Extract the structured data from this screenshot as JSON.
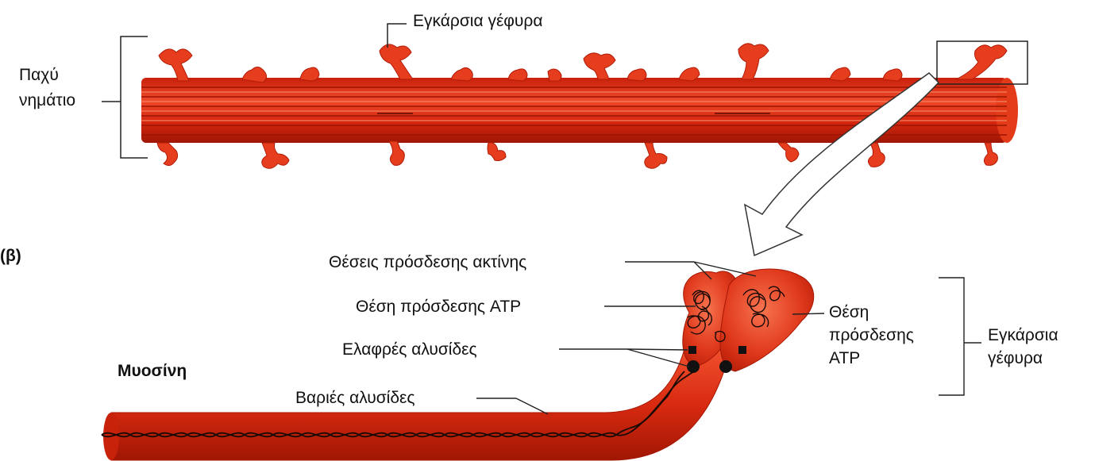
{
  "labels": {
    "cross_bridge_top": "Εγκάρσια γέφυρα",
    "thick_filament_line1": "Παχύ",
    "thick_filament_line2": "νημάτιο",
    "panel_b": "(β)",
    "actin_binding_sites": "Θέσεις πρόσδεσης ακτίνης",
    "atp_binding_site_left": "Θέση πρόσδεσης ATP",
    "light_chains": "Ελαφρές αλυσίδες",
    "myosin": "Μυοσίνη",
    "heavy_chains": "Βαριές αλυσίδες",
    "atp_site_right_line1": "Θέση",
    "atp_site_right_line2": "πρόσδεσης",
    "atp_site_right_line3": "ATP",
    "cross_bridge_right_line1": "Εγκάρσια",
    "cross_bridge_right_line2": "γέφυρα"
  },
  "colors": {
    "filament": "#d8260f",
    "filament_dark": "#a81706",
    "filament_light": "#f05a3a",
    "head": "#e03b1f",
    "outline": "#222222"
  }
}
